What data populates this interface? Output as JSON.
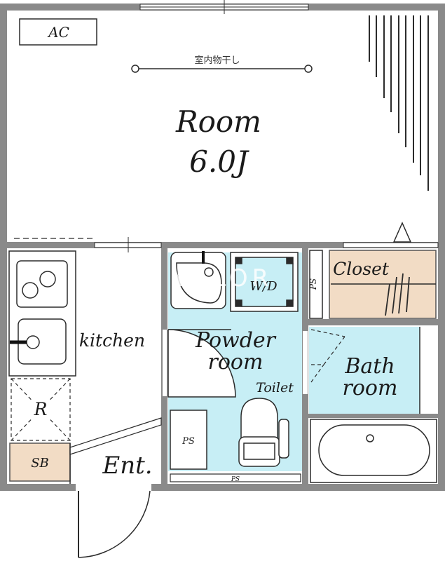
{
  "labels": {
    "ac": "AC",
    "drying_rod": "室内物干し",
    "room_name": "Room",
    "room_size": "6.0J",
    "kitchen": "kitchen",
    "refrigerator": "R",
    "shoe_box": "SB",
    "entrance": "Ent.",
    "washer": "W/D",
    "ps_vertical": "PS",
    "closet": "Closet",
    "powder_line1": "Powder",
    "powder_line2": "room",
    "toilet": "Toilet",
    "ps_lower": "PS",
    "ps_bottom": "PS",
    "bath_line1": "Bath",
    "bath_line2": "room",
    "watermark": "VALOR"
  },
  "colors": {
    "wall": "#8a8a8a",
    "water_area": "#c7eef5",
    "closet": "#f2dcc5",
    "shoe_box": "#f2dcc5",
    "line": "#2b2b2b"
  }
}
